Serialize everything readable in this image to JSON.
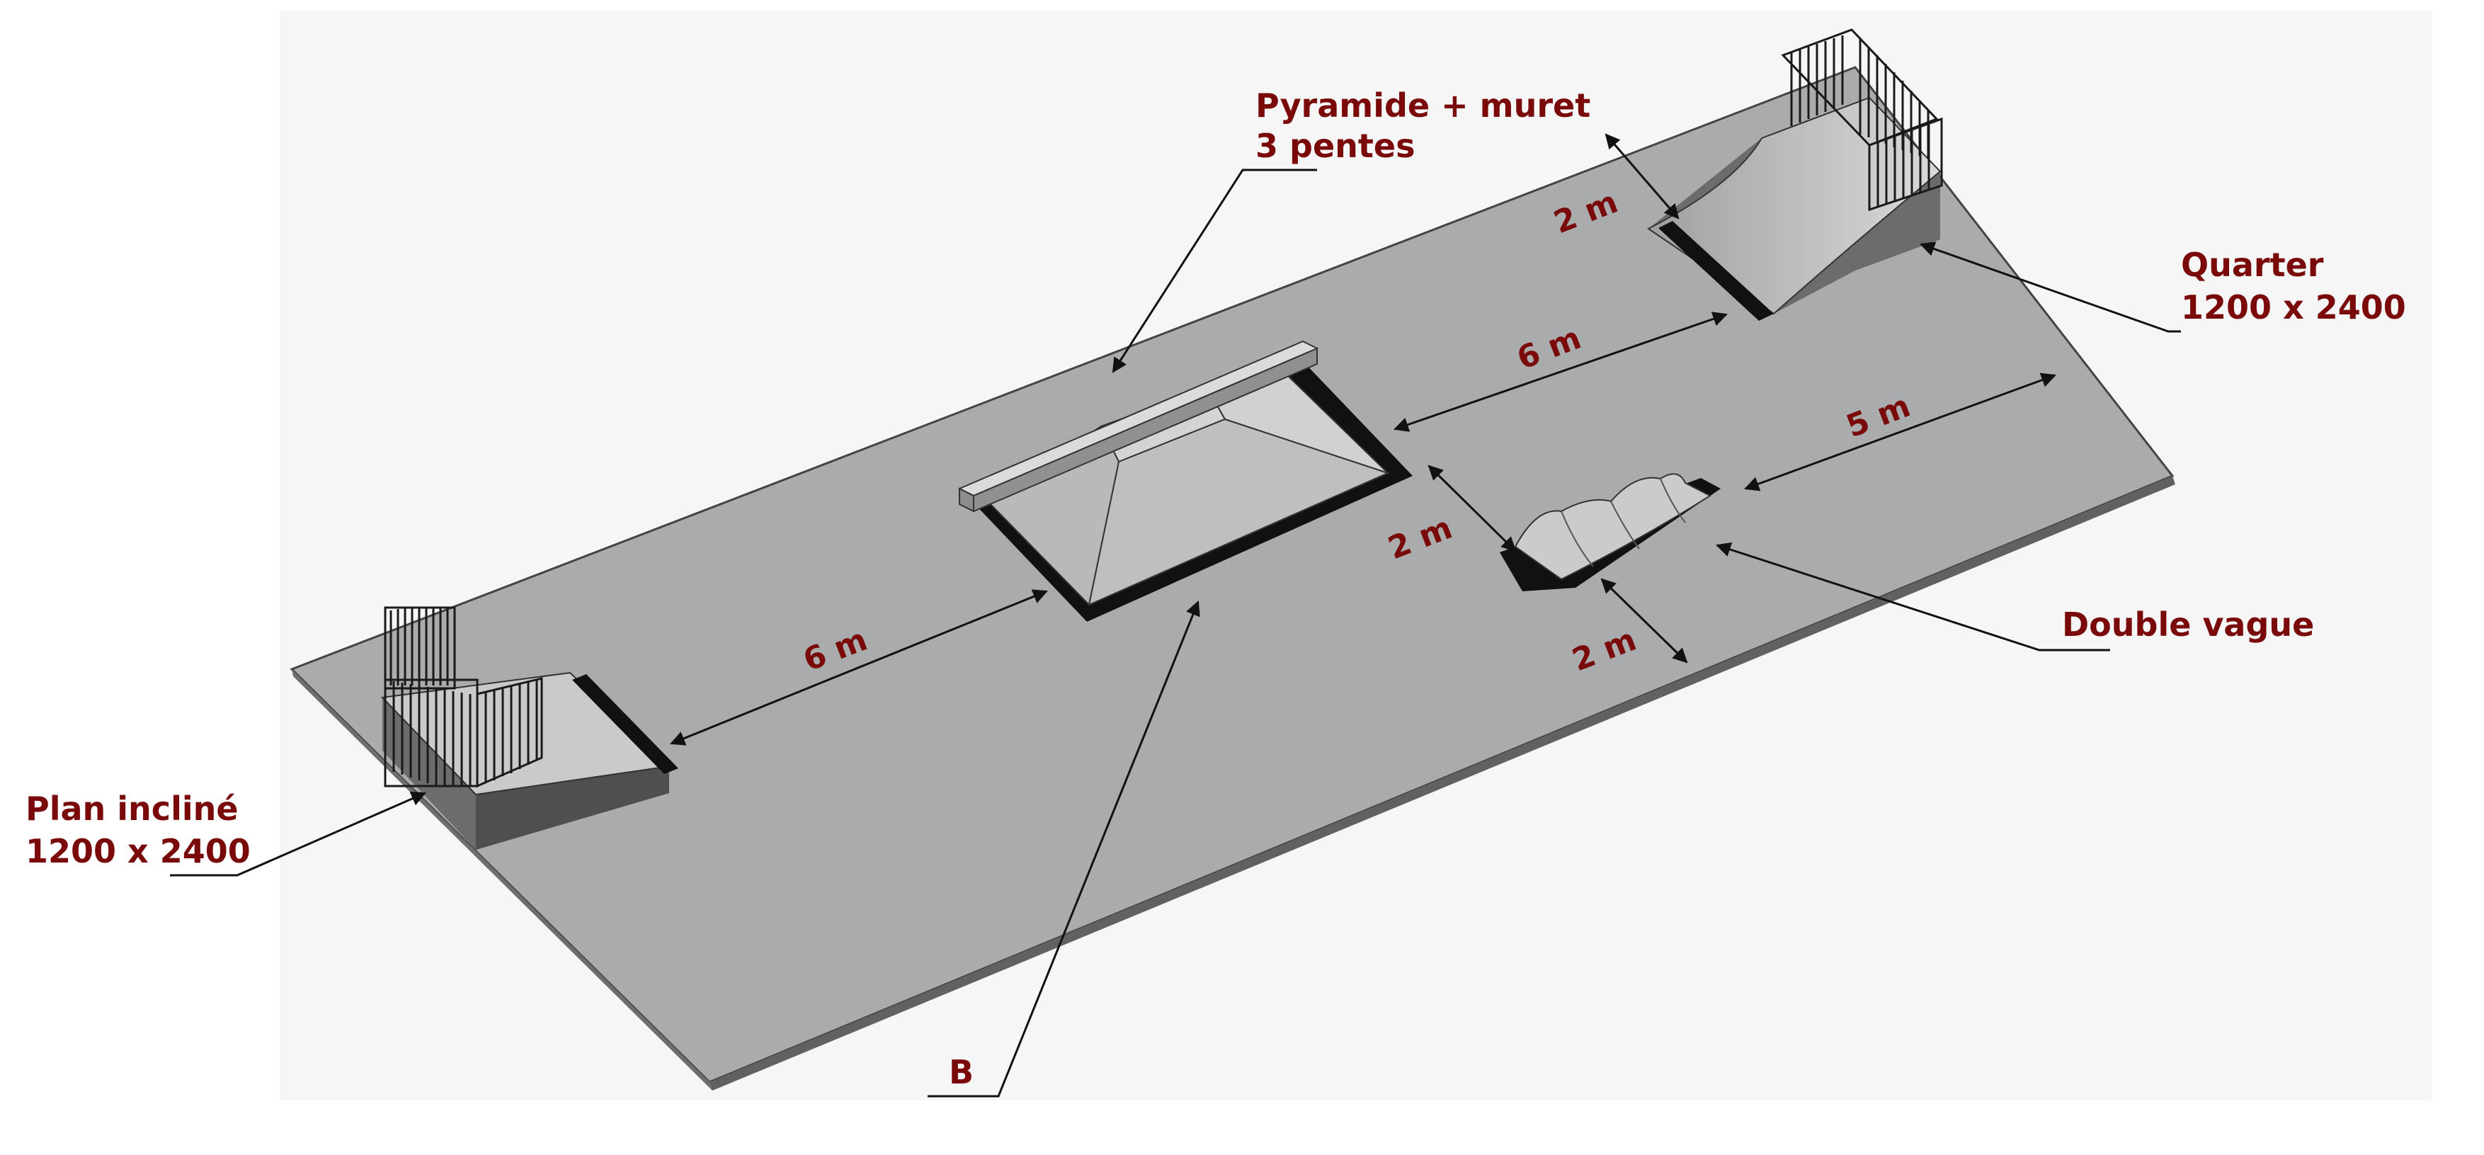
{
  "labels": {
    "pyramid_line1": "Pyramide + muret",
    "pyramid_line2": "3 pentes",
    "quarter_line1": "Quarter",
    "quarter_line2": "1200 x 2400",
    "plan_line1": "Plan incliné",
    "plan_line2": "1200 x 2400",
    "double_vague": "Double vague",
    "b": "B"
  },
  "dimensions": {
    "quarter_clearance": "2 m",
    "pyramid_to_quarter": "6 m",
    "vague_to_edge": "5 m",
    "pyramid_to_vague": "2 m",
    "vague_to_front": "2 m",
    "plan_to_pyramid": "6 m"
  },
  "colors": {
    "label": "#7a0a0a",
    "slab_top": "#a9abad",
    "slab_edge": "#5f6163",
    "module_light": "#c4c6c8",
    "module_dark": "#6a6c6e",
    "rail": "#1a1a1a"
  }
}
